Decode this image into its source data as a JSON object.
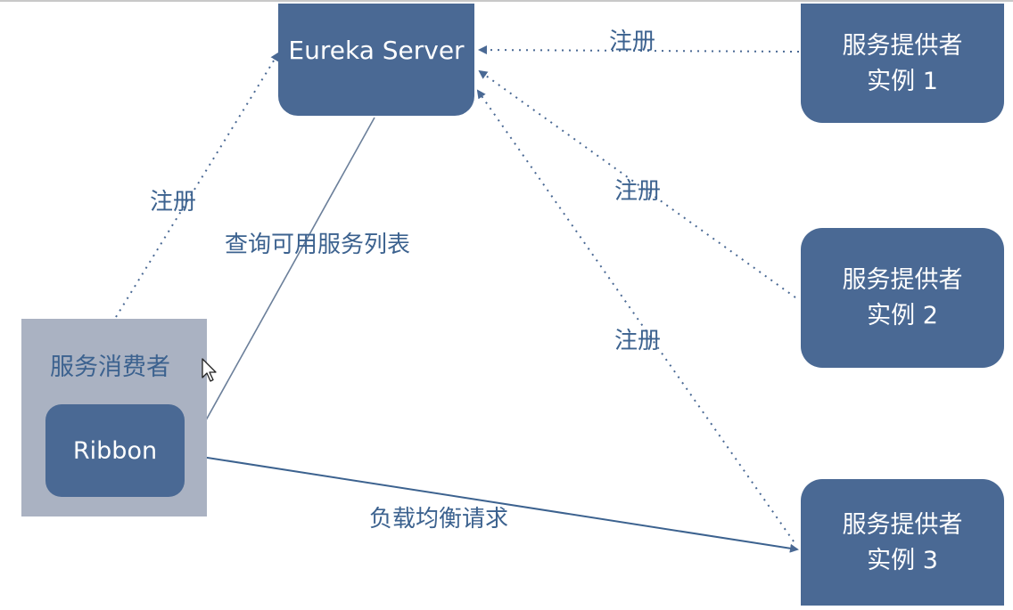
{
  "nodes": {
    "eureka_server": "Eureka Server",
    "provider_1": {
      "line1": "服务提供者",
      "line2": "实例 1"
    },
    "provider_2": {
      "line1": "服务提供者",
      "line2": "实例 2"
    },
    "provider_3": {
      "line1": "服务提供者",
      "line2": "实例 3"
    },
    "consumer": "服务消费者",
    "ribbon": "Ribbon"
  },
  "edges": {
    "register_label": "注册",
    "query_label": "查询可用服务列表",
    "load_balance_label": "负载均衡请求"
  },
  "colors": {
    "node_fill": "#4a6994",
    "consumer_fill": "#aab2c2",
    "text": "#3c628f",
    "line": "#4a6994"
  },
  "icons": {
    "cursor": "mouse-pointer-icon"
  }
}
